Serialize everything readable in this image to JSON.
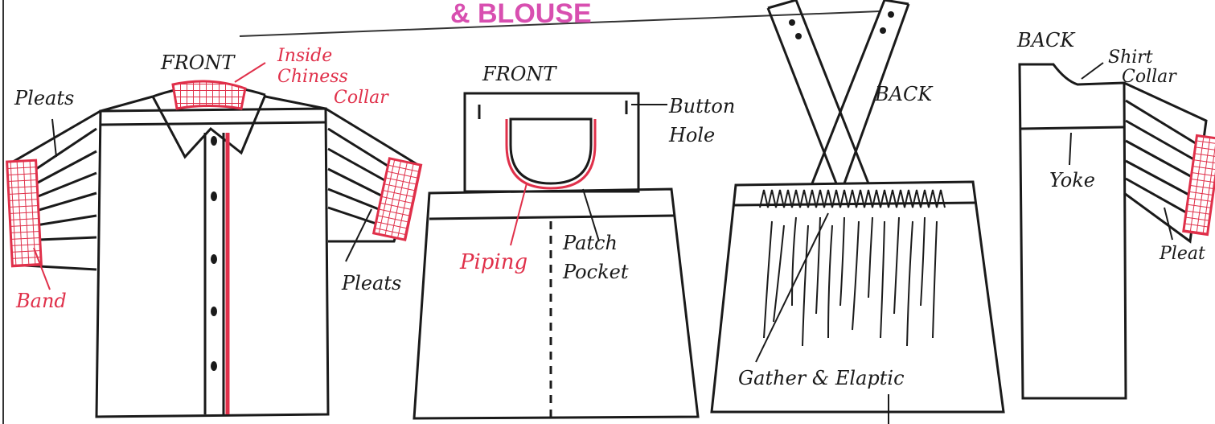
{
  "title": "& BLOUSE",
  "labels": {
    "front_shirt": "FRONT",
    "inside_collar_line1": "Inside",
    "inside_collar_line2": "Chiness",
    "inside_collar_line3": "Collar",
    "pleats_left": "Pleats",
    "pleats_right": "Pleats",
    "band": "Band",
    "front_skirt": "FRONT",
    "button_hole_line1": "Button",
    "button_hole_line2": "Hole",
    "piping": "Piping",
    "patch_line1": "Patch",
    "patch_line2": "Pocket",
    "back_dress": "BACK",
    "gather_elastic": "Gather & Elaptic",
    "back_shirt": "BACK",
    "shirt_collar_line1": "Shirt",
    "shirt_collar_line2": "Collar",
    "yoke": "Yoke",
    "pleats_back": "Pleat"
  },
  "colors": {
    "ink": "#1a1a1a",
    "accent_red": "#e0304a",
    "title_pink": "#d84fb0"
  }
}
